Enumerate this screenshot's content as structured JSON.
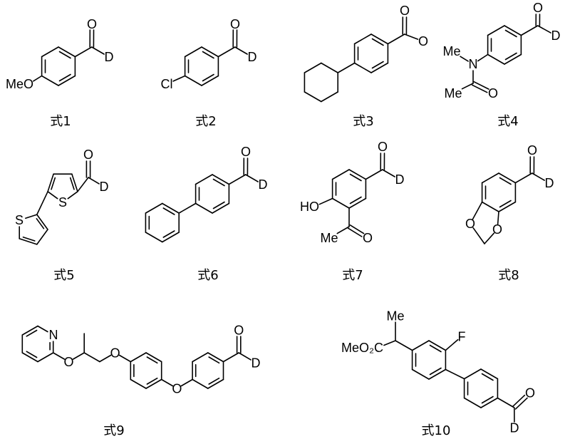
{
  "figure": {
    "formulas": [
      {
        "caption": "式1",
        "atoms": [
          "O",
          "D",
          "MeO"
        ]
      },
      {
        "caption": "式2",
        "atoms": [
          "O",
          "D",
          "Cl"
        ]
      },
      {
        "caption": "式3",
        "atoms": [
          "O",
          "O"
        ]
      },
      {
        "caption": "式4",
        "atoms": [
          "O",
          "D",
          "N",
          "Me",
          "Me",
          "O"
        ]
      },
      {
        "caption": "式5",
        "atoms": [
          "O",
          "D",
          "S",
          "S"
        ]
      },
      {
        "caption": "式6",
        "atoms": [
          "O",
          "D"
        ]
      },
      {
        "caption": "式7",
        "atoms": [
          "O",
          "D",
          "HO",
          "O",
          "Me"
        ]
      },
      {
        "caption": "式8",
        "atoms": [
          "O",
          "D",
          "O",
          "O"
        ]
      },
      {
        "caption": "式9",
        "atoms": [
          "N",
          "O",
          "O",
          "O",
          "O",
          "D"
        ]
      },
      {
        "caption": "式10",
        "atoms": [
          "Me",
          "MeO₂C",
          "F",
          "O",
          "D"
        ]
      }
    ]
  }
}
